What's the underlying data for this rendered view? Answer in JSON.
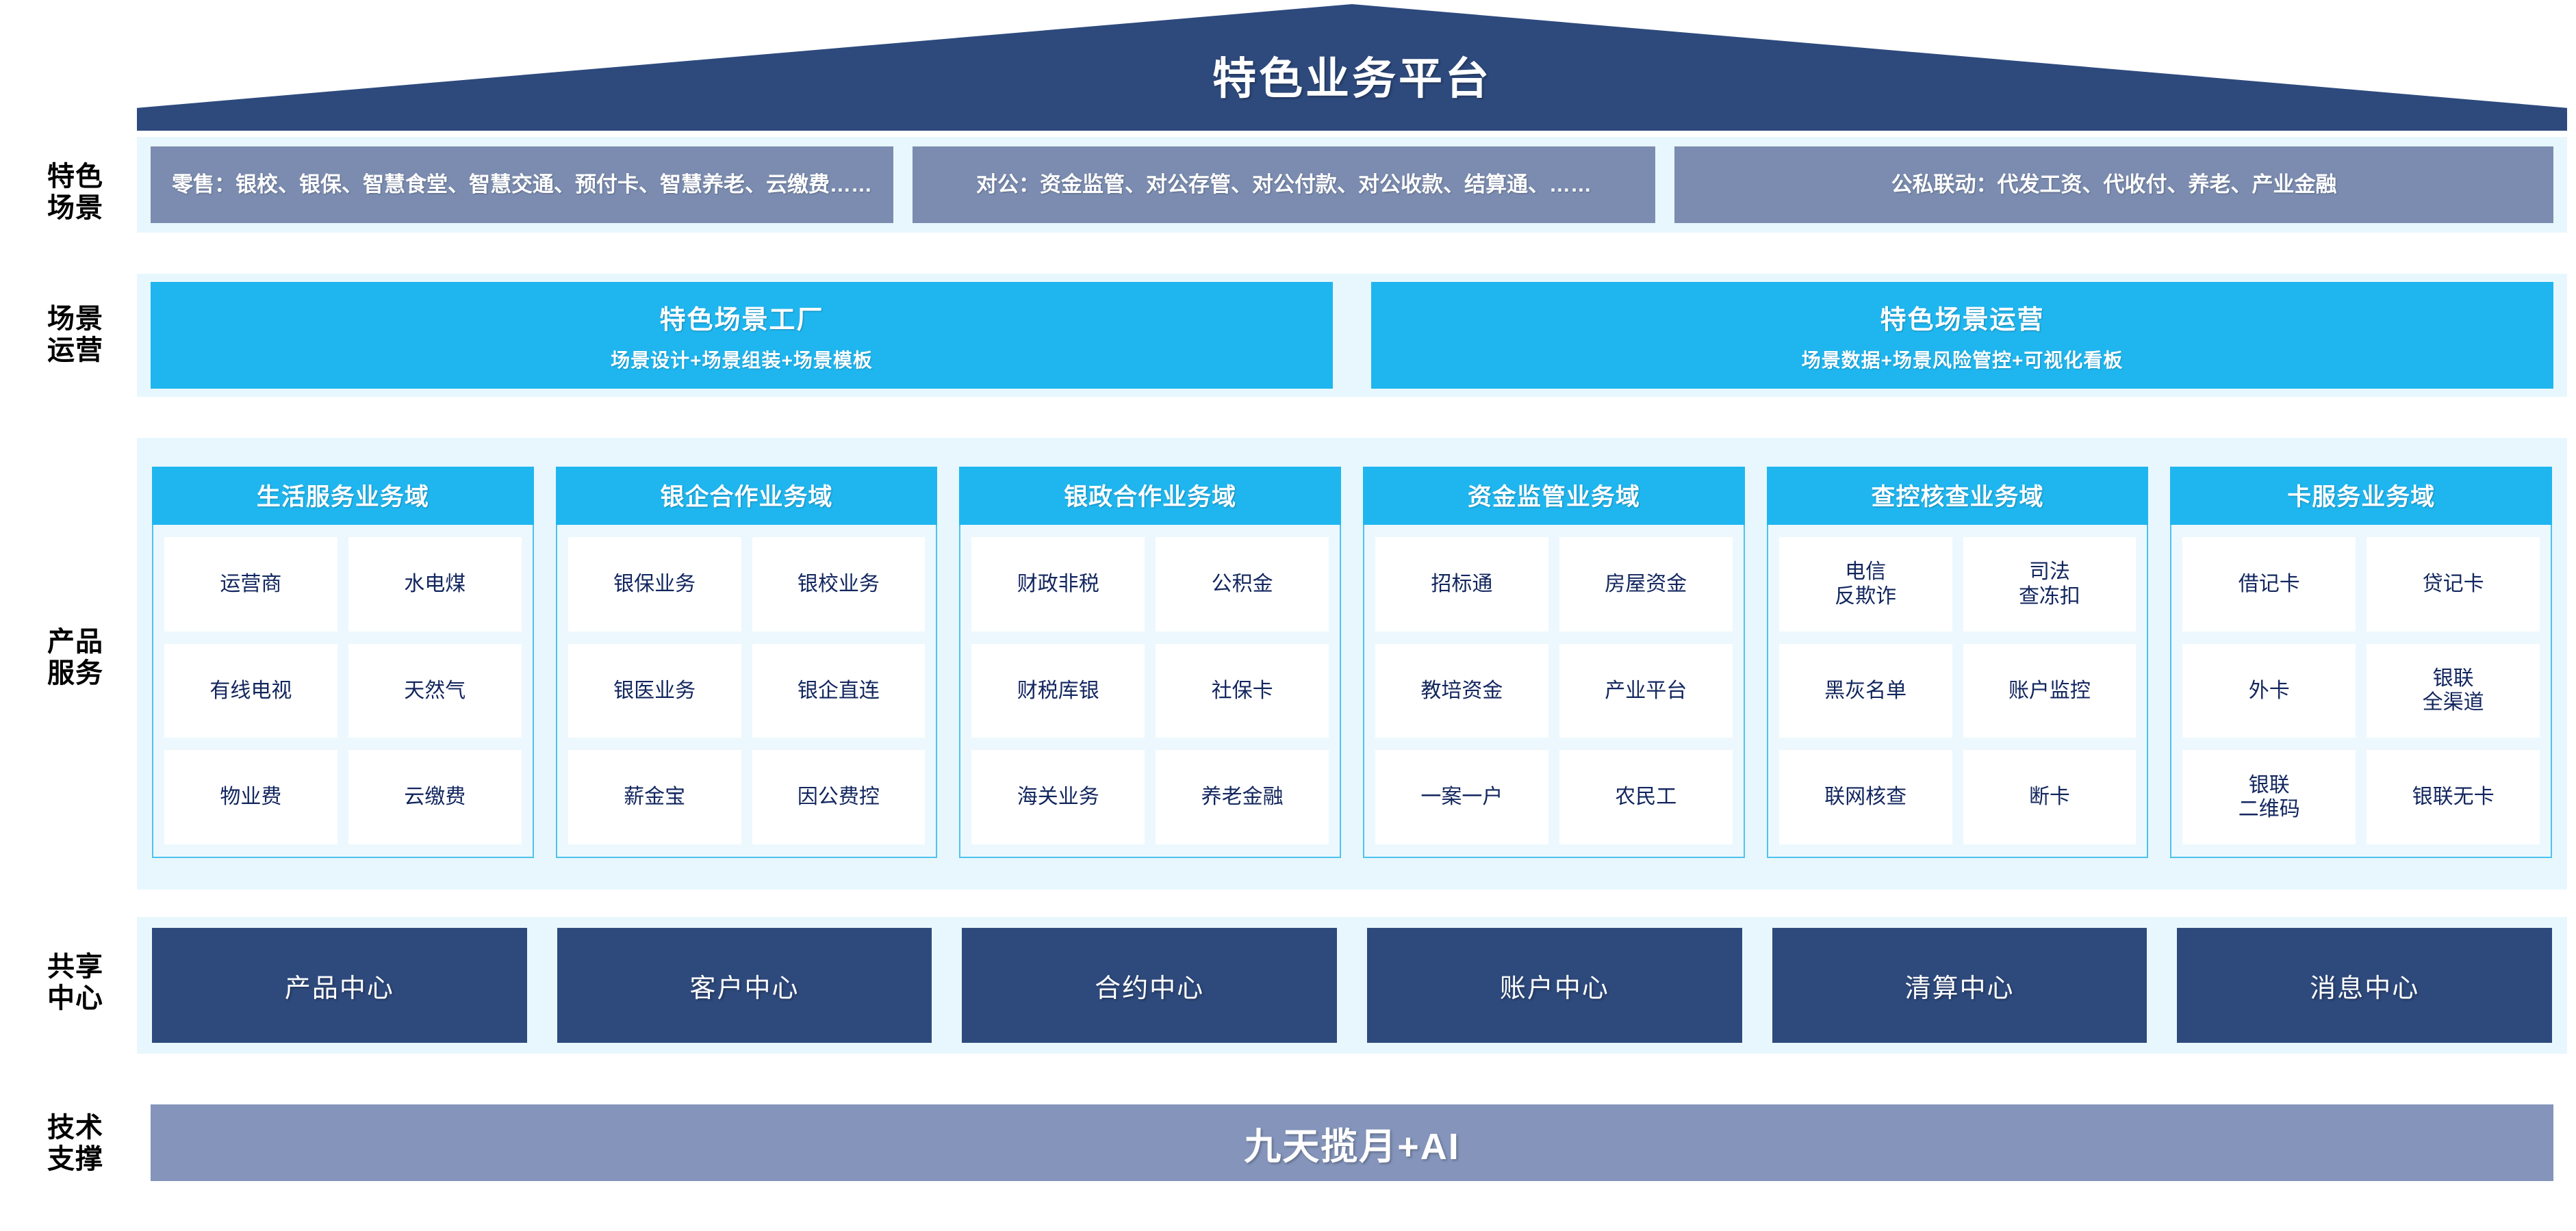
{
  "header": {
    "title": "特色业务平台"
  },
  "rows": {
    "scenarios_label": "特色\n场景",
    "operations_label": "场景\n运营",
    "products_label": "产品\n服务",
    "shared_label": "共享\n中心",
    "tech_label": "技术\n支撑"
  },
  "scenarios": [
    {
      "text": "零售：银校、银保、智慧食堂、智慧交通、预付卡、智慧养老、云缴费……"
    },
    {
      "text": "对公：资金监管、对公存管、对公付款、对公收款、结算通、……"
    },
    {
      "text": "公私联动：代发工资、代收付、养老、产业金融"
    }
  ],
  "operations": [
    {
      "title": "特色场景工厂",
      "subtitle": "场景设计+场景组装+场景模板"
    },
    {
      "title": "特色场景运营",
      "subtitle": "场景数据+场景风险管控+可视化看板"
    }
  ],
  "product_domains": [
    {
      "title": "生活服务业务域",
      "items": [
        "运营商",
        "水电煤",
        "有线电视",
        "天然气",
        "物业费",
        "云缴费"
      ]
    },
    {
      "title": "银企合作业务域",
      "items": [
        "银保业务",
        "银校业务",
        "银医业务",
        "银企直连",
        "薪金宝",
        "因公费控"
      ]
    },
    {
      "title": "银政合作业务域",
      "items": [
        "财政非税",
        "公积金",
        "财税库银",
        "社保卡",
        "海关业务",
        "养老金融"
      ]
    },
    {
      "title": "资金监管业务域",
      "items": [
        "招标通",
        "房屋资金",
        "教培资金",
        "产业平台",
        "一案一户",
        "农民工"
      ]
    },
    {
      "title": "查控核查业务域",
      "items": [
        "电信\n反欺诈",
        "司法\n查冻扣",
        "黑灰名单",
        "账户监控",
        "联网核查",
        "断卡"
      ]
    },
    {
      "title": "卡服务业务域",
      "items": [
        "借记卡",
        "贷记卡",
        "外卡",
        "银联\n全渠道",
        "银联\n二维码",
        "银联无卡"
      ]
    }
  ],
  "shared_centers": [
    "产品中心",
    "客户中心",
    "合约中心",
    "账户中心",
    "清算中心",
    "消息中心"
  ],
  "tech_support": {
    "text": "九天揽月+AI"
  },
  "colors": {
    "roof_blue": "#2e4a7d",
    "scenario_slate": "#7b8cb0",
    "cyan": "#1fb6ef",
    "band_bg": "#e8f7fd",
    "panel_bg": "#ecf8fd",
    "panel_border": "#4dc3ef",
    "cell_text": "#12265e",
    "shared_blue": "#2e4a7d",
    "tech_slate": "#8494ba"
  }
}
